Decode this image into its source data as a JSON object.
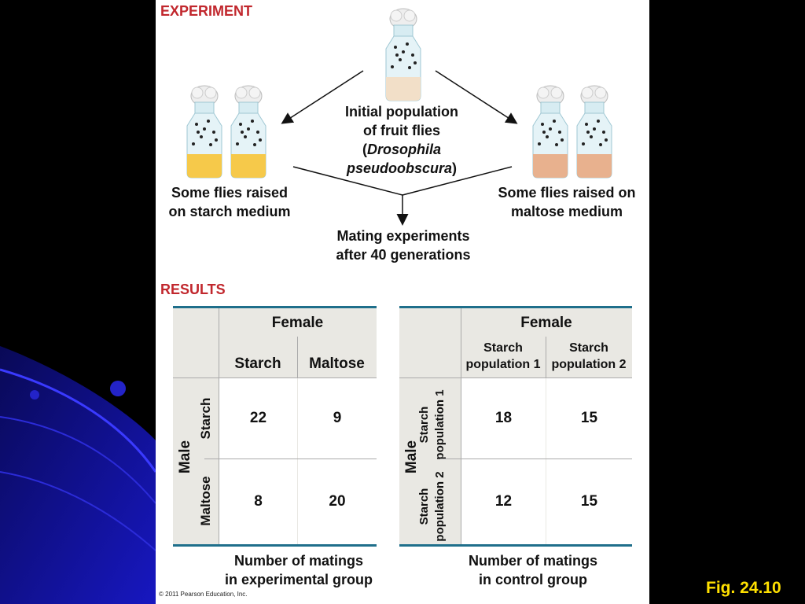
{
  "slide": {
    "figure_label": "Fig. 24.10",
    "colors": {
      "background": "#000000",
      "accent_blue": "#1a1ad6",
      "figure_bg": "#ffffff",
      "section_heading": "#c1272d",
      "label": "#ffe000",
      "table_rule": "#1f6f8b"
    }
  },
  "experiment": {
    "heading": "EXPERIMENT",
    "initial_line1": "Initial population",
    "initial_line2": "of fruit flies",
    "initial_line3_open": "(",
    "initial_line3_italic": "Drosophila",
    "initial_line4_italic": "pseudoobscura",
    "initial_line4_close": ")",
    "starch_line1": "Some flies raised",
    "starch_line2": "on starch medium",
    "maltose_line1": "Some flies raised on",
    "maltose_line2": "maltose medium",
    "mating_line1": "Mating experiments",
    "mating_line2": "after 40 generations",
    "icons": [
      "fly-bottle-icon",
      "arrow-icon"
    ]
  },
  "results": {
    "heading": "RESULTS",
    "experimental": {
      "female_label": "Female",
      "col_headers": [
        "Starch",
        "Maltose"
      ],
      "male_label": "Male",
      "row_headers": [
        "Starch",
        "Maltose"
      ],
      "values": [
        [
          22,
          9
        ],
        [
          8,
          20
        ]
      ],
      "caption_line1": "Number of matings",
      "caption_line2": "in experimental group"
    },
    "control": {
      "female_label": "Female",
      "col_headers": [
        [
          "Starch",
          "population 1"
        ],
        [
          "Starch",
          "population 2"
        ]
      ],
      "male_label": "Male",
      "row_headers": [
        [
          "Starch",
          "population 1"
        ],
        [
          "Starch",
          "population 2"
        ]
      ],
      "values": [
        [
          18,
          15
        ],
        [
          12,
          15
        ]
      ],
      "caption_line1": "Number of matings",
      "caption_line2": "in control group"
    }
  },
  "copyright": "© 2011 Pearson Education, Inc."
}
